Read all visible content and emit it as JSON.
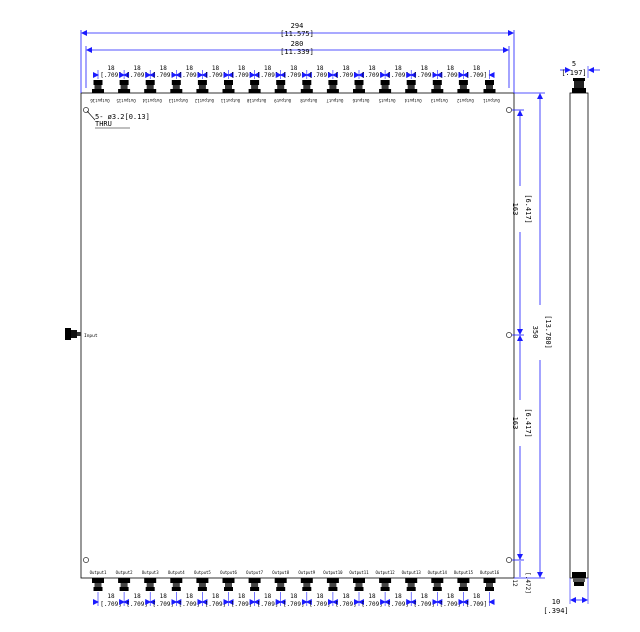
{
  "overall_width": {
    "value": "294",
    "inch": "[11.575]"
  },
  "hole_span_width": {
    "value": "280",
    "inch": "[11.339]"
  },
  "connector_pitch": {
    "value": "18",
    "inch": "[.709]"
  },
  "hole_note": {
    "line1": "5- ø3.2[0.13]",
    "line2": "THRU"
  },
  "height_upper": {
    "value": "163",
    "inch": "[6.417]"
  },
  "height_lower": {
    "value": "163",
    "inch": "[6.417]"
  },
  "overall_height": {
    "value": "350",
    "inch": "[13.780]"
  },
  "bottom_offset": {
    "value": "12",
    "inch": "[.472]"
  },
  "side_top": {
    "value": "5",
    "inch": "[.197]"
  },
  "side_thickness": {
    "value": "10",
    "inch": "[.394]"
  },
  "input_label": "Input",
  "top_port_labels": [
    "Output16",
    "Output15",
    "Output14",
    "Output13",
    "Output12",
    "Output11",
    "Output10",
    "Output9",
    "Output8",
    "Output7",
    "Output6",
    "Output5",
    "Output4",
    "Output3",
    "Output2",
    "Output1"
  ],
  "bottom_port_labels": [
    "Output1",
    "Output2",
    "Output3",
    "Output4",
    "Output5",
    "Output6",
    "Output7",
    "Output8",
    "Output9",
    "Output10",
    "Output11",
    "Output12",
    "Output13",
    "Output14",
    "Output15",
    "Output16"
  ]
}
